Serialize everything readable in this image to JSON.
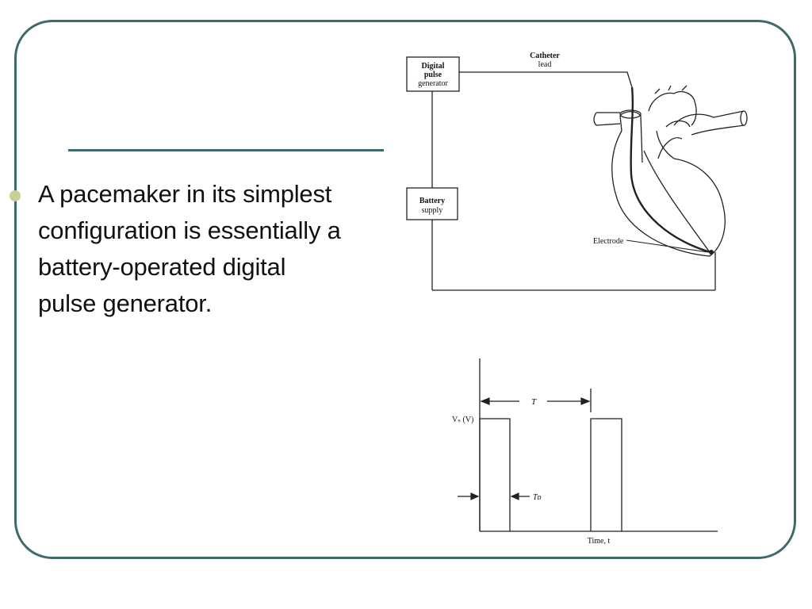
{
  "slide": {
    "bullet": "A pacemaker in its simplest configuration is essentially a battery-operated digital pulse generator."
  },
  "circuit": {
    "generator_label": [
      "Digital",
      "pulse",
      "generator"
    ],
    "battery_label": [
      "Battery",
      "supply"
    ],
    "lead_label": [
      "Catheter",
      "lead"
    ],
    "electrode_label": "Electrode"
  },
  "waveform": {
    "voltage_label": "Vₛ (V)",
    "period_label": "T",
    "duration_label": "Tᴅ",
    "time_label": "Time, t"
  },
  "colors": {
    "accent": "#3d6b6b",
    "bullet": "#c9cf98"
  }
}
